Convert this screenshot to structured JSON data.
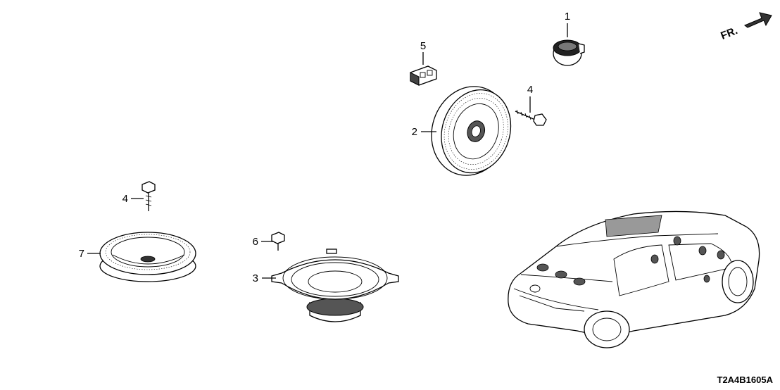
{
  "diagram": {
    "callouts": [
      "1",
      "2",
      "3",
      "4",
      "4",
      "5",
      "6",
      "7"
    ],
    "direction_label": "FR.",
    "drawing_code": "T2A4B1605A"
  }
}
